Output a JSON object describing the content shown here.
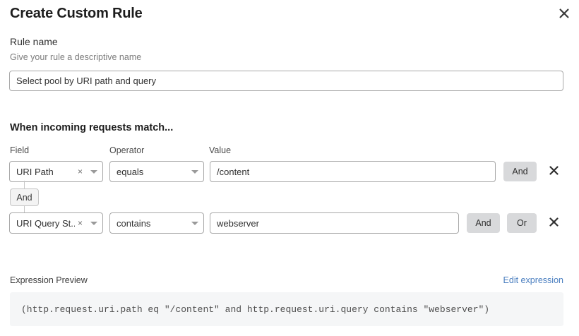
{
  "modal": {
    "title": "Create Custom Rule",
    "close_icon": "close-icon"
  },
  "rule_name": {
    "label": "Rule name",
    "help": "Give your rule a descriptive name",
    "value": "Select pool by URI path and query",
    "placeholder": "Enter rule name"
  },
  "conditions": {
    "heading": "When incoming requests match...",
    "columns": {
      "field": "Field",
      "operator": "Operator",
      "value": "Value"
    },
    "connector": {
      "label": "And"
    },
    "rows": [
      {
        "field": "URI Path",
        "operator": "equals",
        "value": "/content",
        "value_placeholder": "Enter value",
        "clear_icon": "clear-icon",
        "caret_icon": "chevron-down-icon",
        "and_label": "And",
        "delete_icon": "close-icon"
      },
      {
        "field": "URI Query St...",
        "operator": "contains",
        "value": "webserver",
        "value_placeholder": "Enter value",
        "clear_icon": "clear-icon",
        "caret_icon": "chevron-down-icon",
        "and_label": "And",
        "or_label": "Or",
        "delete_icon": "close-icon"
      }
    ]
  },
  "expression": {
    "label": "Expression Preview",
    "edit_link": "Edit expression",
    "code": "(http.request.uri.path eq \"/content\" and http.request.uri.query contains \"webserver\")"
  },
  "colors": {
    "link": "#4b7fc0",
    "logic_button_bg": "#d8d9db",
    "connector_bg": "#f3f3f3",
    "code_bg": "#f5f6f7",
    "border": "#a8a8a8"
  }
}
